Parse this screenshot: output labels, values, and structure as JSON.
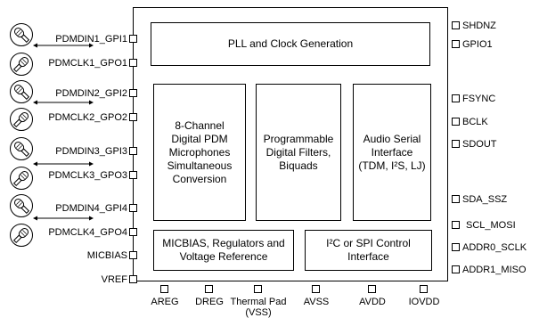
{
  "blocks": {
    "pll": "PLL and Clock Generation",
    "pdm": [
      "8-Channel",
      "Digital PDM",
      "Microphones",
      "Simultaneous",
      "Conversion"
    ],
    "filters": [
      "Programmable",
      "Digital Filters,",
      "Biquads"
    ],
    "asi": [
      "Audio Serial",
      "Interface",
      "(TDM, I²S, LJ)"
    ],
    "micbias": [
      "MICBIAS, Regulators and",
      "Voltage Reference"
    ],
    "i2c": [
      "I²C or SPI Control",
      "Interface"
    ]
  },
  "left_pins": [
    "PDMDIN1_GPI1",
    "PDMCLK1_GPO1",
    "PDMDIN2_GPI2",
    "PDMCLK2_GPO2",
    "PDMDIN3_GPI3",
    "PDMCLK3_GPO3",
    "PDMDIN4_GPI4",
    "PDMCLK4_GPO4",
    "MICBIAS",
    "VREF"
  ],
  "right_pins": [
    "SHDNZ",
    "GPIO1",
    "FSYNC",
    "BCLK",
    "SDOUT",
    "SDA_SSZ",
    "SCL_MOSI",
    "ADDR0_SCLK",
    "ADDR1_MISO"
  ],
  "bottom_pins": [
    "AREG",
    "DREG",
    "Thermal Pad",
    "AVSS",
    "AVDD",
    "IOVDD"
  ],
  "bottom_pin_sublabel": "(VSS)",
  "icons": {
    "microphone": "pdm-microphone-icon",
    "arrow": "double-arrow-icon"
  }
}
